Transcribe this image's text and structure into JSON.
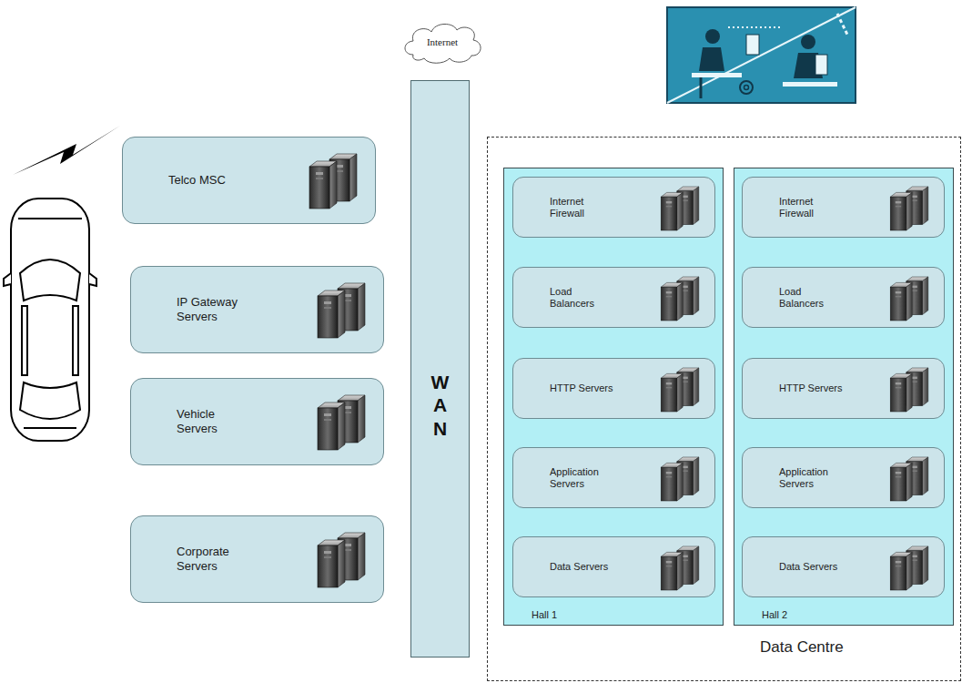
{
  "diagram": {
    "nodes": [
      {
        "text": [
          "Internet"
        ]
      },
      {
        "text": [
          "Telco MSC"
        ]
      },
      {
        "text": [
          "IP Gateway Servers"
        ]
      },
      {
        "text": [
          "Vehicle Servers"
        ]
      },
      {
        "text": [
          "Corporate Servers"
        ]
      },
      {
        "text": [
          "WAN"
        ]
      },
      {
        "text": [
          "Data Centre"
        ]
      },
      {
        "text": [
          "Hall 1"
        ],
        "in": 6
      },
      {
        "text": [
          "Internet Firewall"
        ],
        "in": 7
      },
      {
        "text": [
          "Load Balancers"
        ],
        "in": 7
      },
      {
        "text": [
          "HTTP Servers"
        ],
        "in": 7
      },
      {
        "text": [
          "Application Servers"
        ],
        "in": 7
      },
      {
        "text": [
          "Data Servers"
        ],
        "in": 7
      },
      {
        "text": [
          "Hall 2"
        ],
        "in": 6
      },
      {
        "text": [
          "Internet Firewall"
        ],
        "in": 13
      },
      {
        "text": [
          "Load Balancers"
        ],
        "in": 13
      },
      {
        "text": [
          "HTTP Servers"
        ],
        "in": 13
      },
      {
        "text": [
          "Application Servers"
        ],
        "in": 13
      },
      {
        "text": [
          "Data Servers"
        ],
        "in": 13
      }
    ]
  }
}
